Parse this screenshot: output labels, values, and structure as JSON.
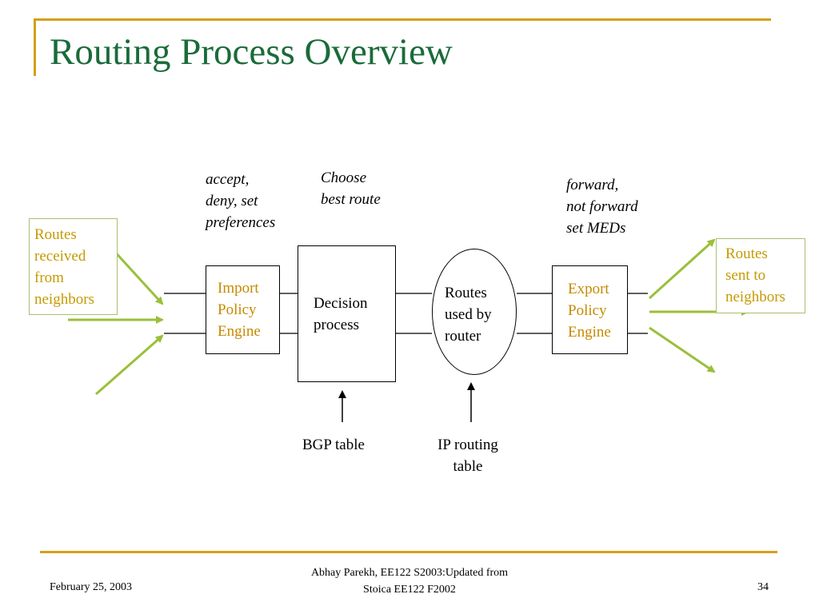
{
  "title": "Routing Process Overview",
  "colors": {
    "title": "#1a6b3a",
    "accent": "#d4a017",
    "arrow_green": "#9bbf3a",
    "engine_text": "#c58a00"
  },
  "annotations": {
    "import_policy": [
      "accept,",
      "deny, set",
      "preferences"
    ],
    "decision": [
      "Choose",
      "best route"
    ],
    "export_policy": [
      "forward,",
      "not forward",
      "set MEDs"
    ]
  },
  "left_box": {
    "lines": [
      "Routes",
      "received",
      "from",
      "neighbors"
    ]
  },
  "right_box": {
    "lines": [
      "Routes",
      "sent to",
      "neighbors"
    ]
  },
  "import_engine": {
    "lines": [
      "Import",
      "Policy",
      "Engine"
    ]
  },
  "decision_process": {
    "lines": [
      "Decision",
      "process"
    ]
  },
  "routes_used": {
    "lines": [
      "Routes",
      "used by",
      "router"
    ]
  },
  "export_engine": {
    "lines": [
      "Export",
      "Policy",
      "Engine"
    ]
  },
  "bgp_table": "BGP table",
  "ip_routing_table": {
    "lines": [
      "IP routing",
      "table"
    ]
  },
  "footer": {
    "date": "February 25, 2003",
    "credit": [
      "Abhay Parekh, EE122 S2003:Updated from",
      "Stoica EE122 F2002"
    ],
    "page": "34"
  }
}
